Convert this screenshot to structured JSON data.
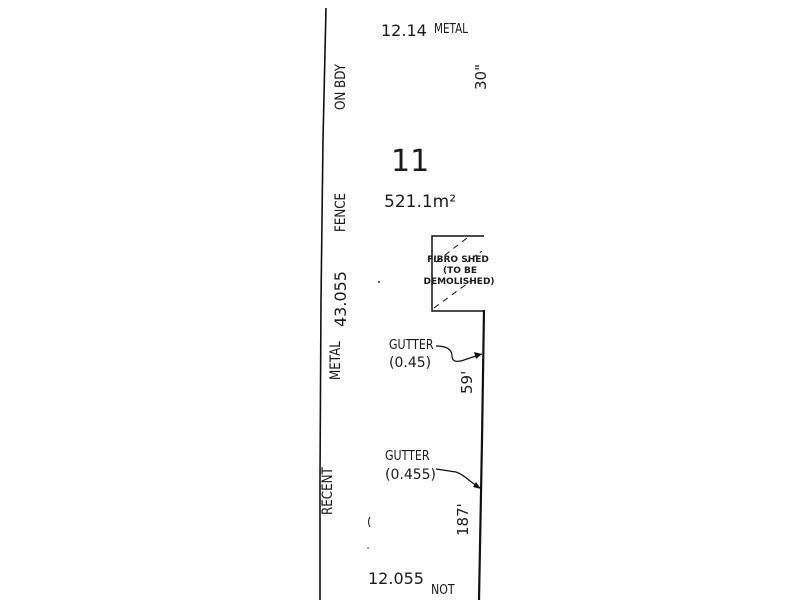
{
  "plan": {
    "lot_number": "11",
    "lot_area": "521.1m²",
    "top_boundary": {
      "length": "12.14",
      "material": "METAL"
    },
    "top_right_bearing": "30\"",
    "left_boundary": {
      "length": "43.055",
      "note_top": "ON BDY",
      "note_fence": "FENCE",
      "note_metal": "METAL",
      "note_recent": "RECENT"
    },
    "shed": {
      "line1": "FIBRO SHED",
      "line2": "(TO BE",
      "line3": "DEMOLISHED)"
    },
    "gutter_1": {
      "label": "GUTTER",
      "offset": "(0.45)"
    },
    "gutter_2": {
      "label": "GUTTER",
      "offset": "(0.455)"
    },
    "right_bearing_1": "59'",
    "right_bearing_2": "187'",
    "bottom_boundary": {
      "length": "12.055",
      "note": "NOT"
    }
  }
}
